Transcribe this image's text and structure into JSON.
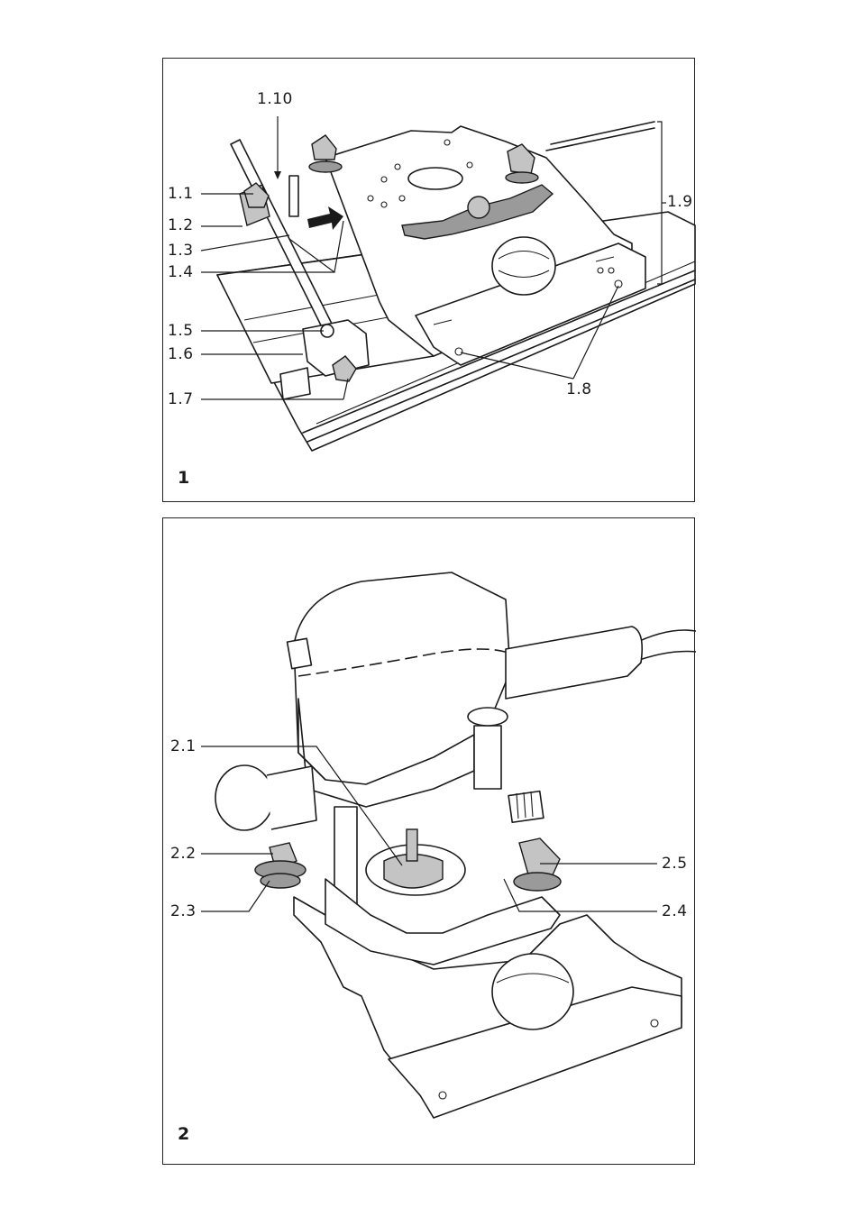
{
  "figures": [
    {
      "number": "1",
      "callouts": [
        "1.1",
        "1.2",
        "1.3",
        "1.4",
        "1.5",
        "1.6",
        "1.7",
        "1.8",
        "1.9",
        "1.10"
      ]
    },
    {
      "number": "2",
      "callouts": [
        "2.1",
        "2.2",
        "2.3",
        "2.4",
        "2.5"
      ]
    }
  ]
}
